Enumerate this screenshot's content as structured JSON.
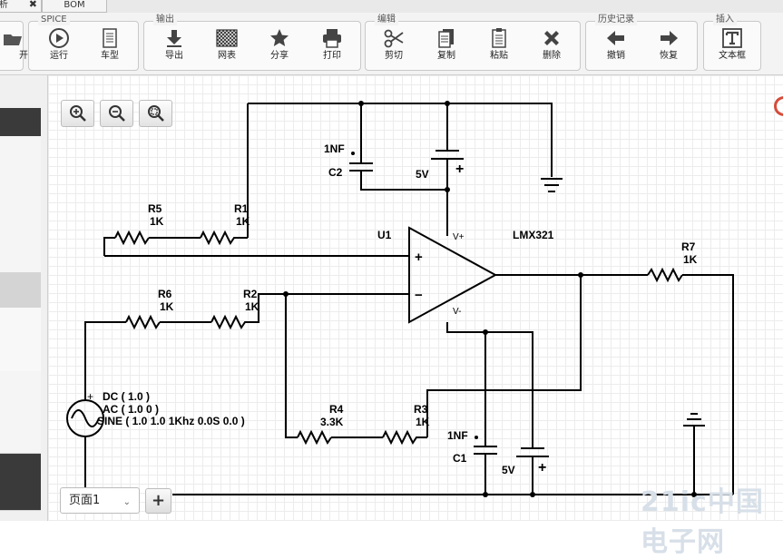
{
  "tabs": [
    {
      "label": "析",
      "close": "✖"
    },
    {
      "label": "BOM"
    }
  ],
  "toolbar": {
    "groups": [
      {
        "label": ""
      },
      {
        "label": "SPICE"
      },
      {
        "label": "输出"
      },
      {
        "label": "编辑"
      },
      {
        "label": "历史记录"
      },
      {
        "label": "插入"
      }
    ],
    "buttons": {
      "open": "开",
      "run": "运行",
      "model": "车型",
      "export": "导出",
      "netlist": "网表",
      "share": "分享",
      "print": "打印",
      "cut": "剪切",
      "copy": "复制",
      "paste": "粘贴",
      "delete": "删除",
      "undo": "撤销",
      "redo": "恢复",
      "textbox": "文本框"
    }
  },
  "schematic": {
    "r5_name": "R5",
    "r5_value": "1K",
    "r1_name": "R1",
    "r1_value": "1K",
    "c2_value": "1NF",
    "c2_name": "C2",
    "v_top": "5V",
    "u1": "U1",
    "u1_model": "LMX321",
    "vplus": "V+",
    "vminus": "V-",
    "plus": "+",
    "minus": "−",
    "r6_name": "R6",
    "r6_value": "1K",
    "r2_name": "R2",
    "r2_value": "1K",
    "r7_name": "R7",
    "r7_value": "1K",
    "r4_name": "R4",
    "r4_value": "3.3K",
    "r3_name": "R3",
    "r3_value": "1K",
    "c1_value": "1NF",
    "c1_name": "C1",
    "v_bottom": "5V",
    "src_dc": "DC ( 1.0 )",
    "src_ac": "AC ( 1.0 0 )",
    "src_sine": "SINE ( 1.0 1.0 1Khz 0.0S 0.0 )",
    "src_plus": "+"
  },
  "footer": {
    "page_label": "页面1",
    "add_page": "+"
  },
  "watermark": "21ic中国电子网",
  "colors": {
    "wire": "#000000",
    "grid": "#ececec",
    "toolbar_bg": "#f3f3f3",
    "sidebar_dark": "#3a3a3a",
    "sidebar_light": "#d4d4d4"
  }
}
